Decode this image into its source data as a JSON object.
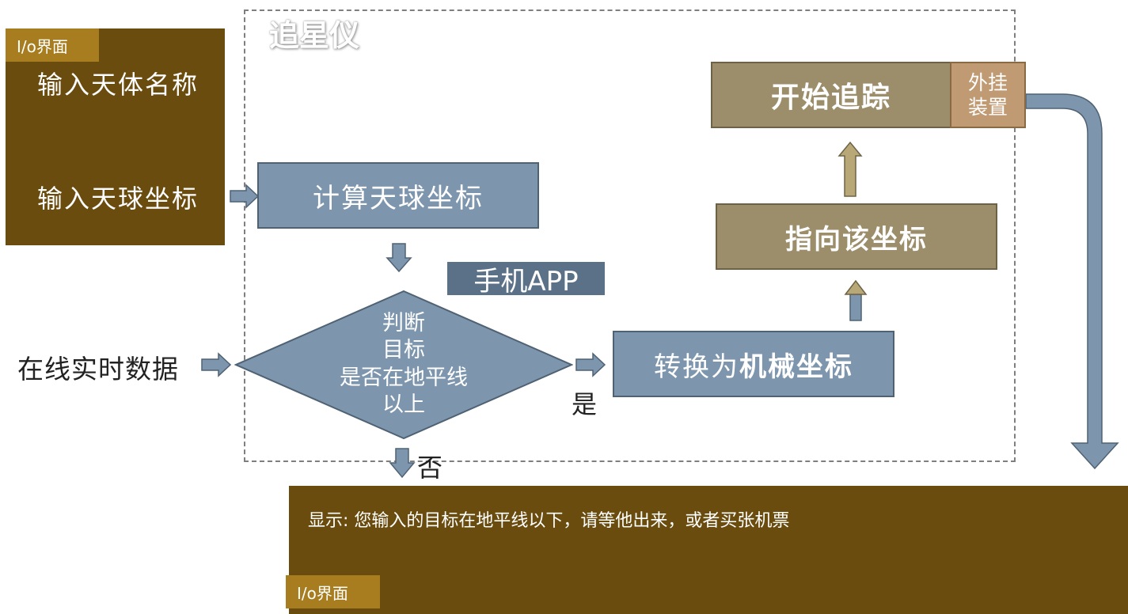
{
  "io_top": {
    "tag": "I/o界面",
    "input_name": "输入天体名称",
    "input_coords": "输入天球坐标"
  },
  "app": {
    "title": "追星仪",
    "mobile_label": "手机APP"
  },
  "flow": {
    "calc": "计算天球坐标",
    "decision_lines": [
      "判断",
      "目标",
      "是否在地平线",
      "以上"
    ],
    "convert_prefix": "转换为",
    "convert_bold": "机械坐标",
    "point": "指向该坐标",
    "start": "开始追踪",
    "plugin_lines": [
      "外挂",
      "装置"
    ],
    "yes": "是",
    "no": "否"
  },
  "online_data": "在线实时数据",
  "io_bottom": {
    "tag": "I/o界面",
    "message": "显示: 您输入的目标在地平线以下，请等他出来，或者买张机票"
  },
  "colors": {
    "io_panel": "#6b4c0f",
    "io_tag": "#a77d20",
    "blue_box": "#7e96ad",
    "olive_box": "#9c8e6b",
    "plugin_box": "#c09a72",
    "arrow_blue": "#7e96ad",
    "arrow_olive": "#b8a877"
  }
}
